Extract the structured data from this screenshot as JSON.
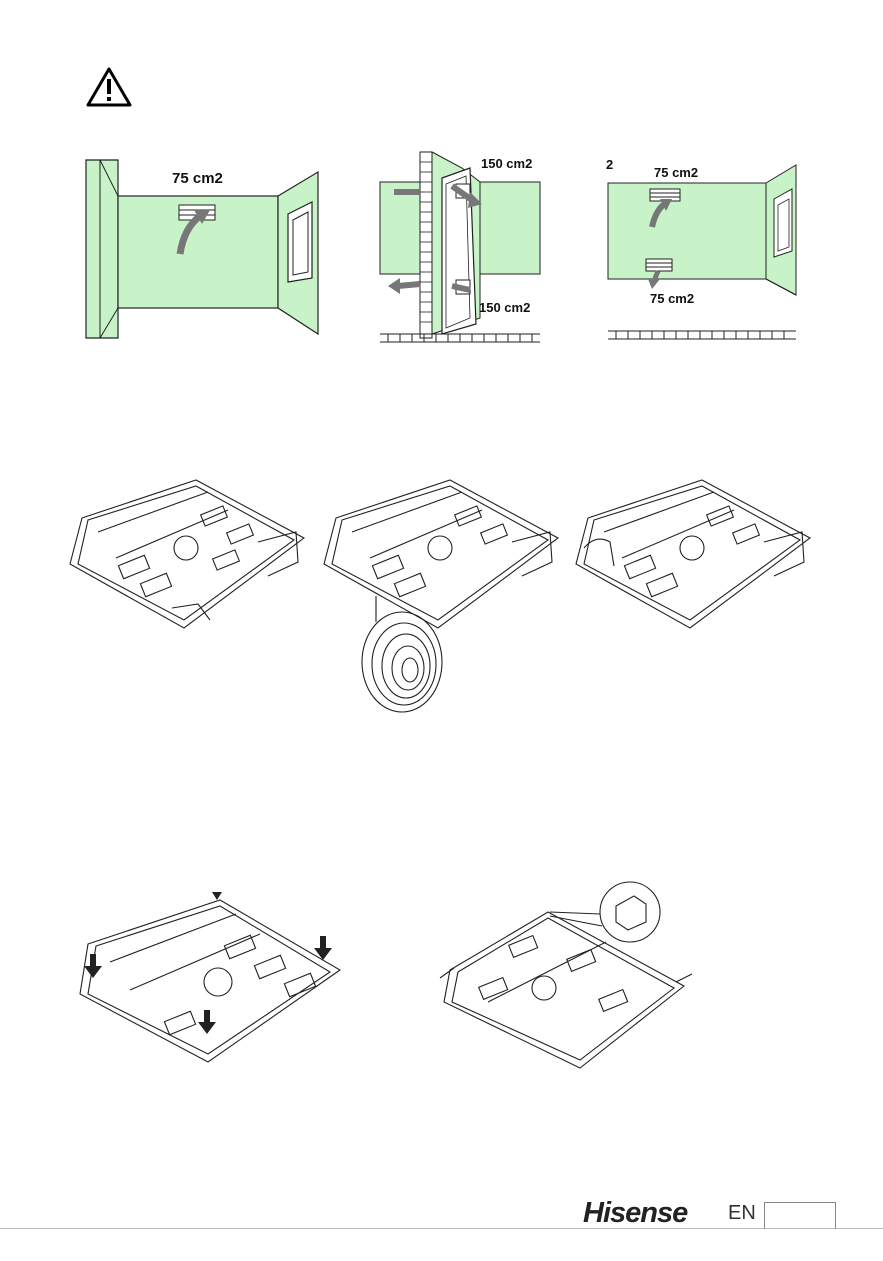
{
  "ventilation": {
    "panel1": {
      "top_label": "75 cm2"
    },
    "panel2": {
      "top_label": "150 cm2",
      "bottom_label": "150 cm2"
    },
    "panel3": {
      "top_label": "75 cm2",
      "bottom_label": "75 cm2",
      "edge_label": "2"
    }
  },
  "footer": {
    "brand": "Hisense",
    "language": "EN",
    "page_number": ""
  },
  "colors": {
    "wall_green": "#c8f3c8",
    "line": "#222222",
    "arrow": "#777777"
  },
  "icons": {
    "warning": "warning-triangle-icon"
  }
}
